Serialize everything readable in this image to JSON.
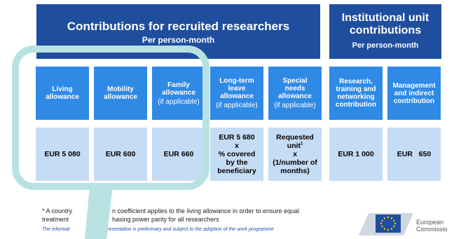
{
  "recruited_header": {
    "title": "Contributions for recruited researchers",
    "subtitle": "Per person-month"
  },
  "institutional_header": {
    "title_line1": "Institutional unit",
    "title_line2": "contributions",
    "subtitle": "Per person-month"
  },
  "categories": {
    "living": {
      "line1": "Living",
      "line2": "allowance"
    },
    "mobility": {
      "line1": "Mobility",
      "line2": "allowance"
    },
    "family": {
      "line1": "Family",
      "line2": "allowance",
      "note": "(if applicable)"
    },
    "long_term": {
      "line1": "Long-term",
      "line2": "leave",
      "line3": "allowance",
      "note": "(if applicable)"
    },
    "special": {
      "line1": "Special",
      "line2": "needs",
      "line3": "allowance",
      "note": "(if applicable)"
    },
    "research": {
      "line1": "Research,",
      "line2": "training and",
      "line3": "networking",
      "line4": "contribution"
    },
    "management": {
      "line1": "Management",
      "line2": "and indirect",
      "line3": "contribution"
    }
  },
  "values": {
    "living": "EUR 5 080",
    "mobility": "EUR 600",
    "family": "EUR 660",
    "long_term": {
      "line1": "EUR 5 680",
      "op": "x",
      "line2": "% covered",
      "line3": "by the",
      "line4": "beneficiary"
    },
    "special": {
      "line1": "Requested",
      "line2": "unit",
      "sup": "1",
      "op": "x",
      "line3": "(1/number of",
      "line4": "months)"
    },
    "research": "EUR 1 000",
    "management": "EUR   650"
  },
  "footnote": {
    "line1_a": "* A country",
    "line1_b": "n coefficient applies to the living allowance in order to ensure equal",
    "line2_a": "treatment",
    "line2_b": "hasing power parity for all researchers"
  },
  "disclaimer": {
    "part_a": "The informat",
    "part_b": "resentation is preliminary and subject to the adoption of the work programme"
  },
  "ec_logo": {
    "line1": "European",
    "line2": "Commissio"
  },
  "colors": {
    "header": "#1f4e9e",
    "category": "#2f8ae6",
    "value": "#c5dcf5",
    "highlight": "#b8e2e2"
  }
}
